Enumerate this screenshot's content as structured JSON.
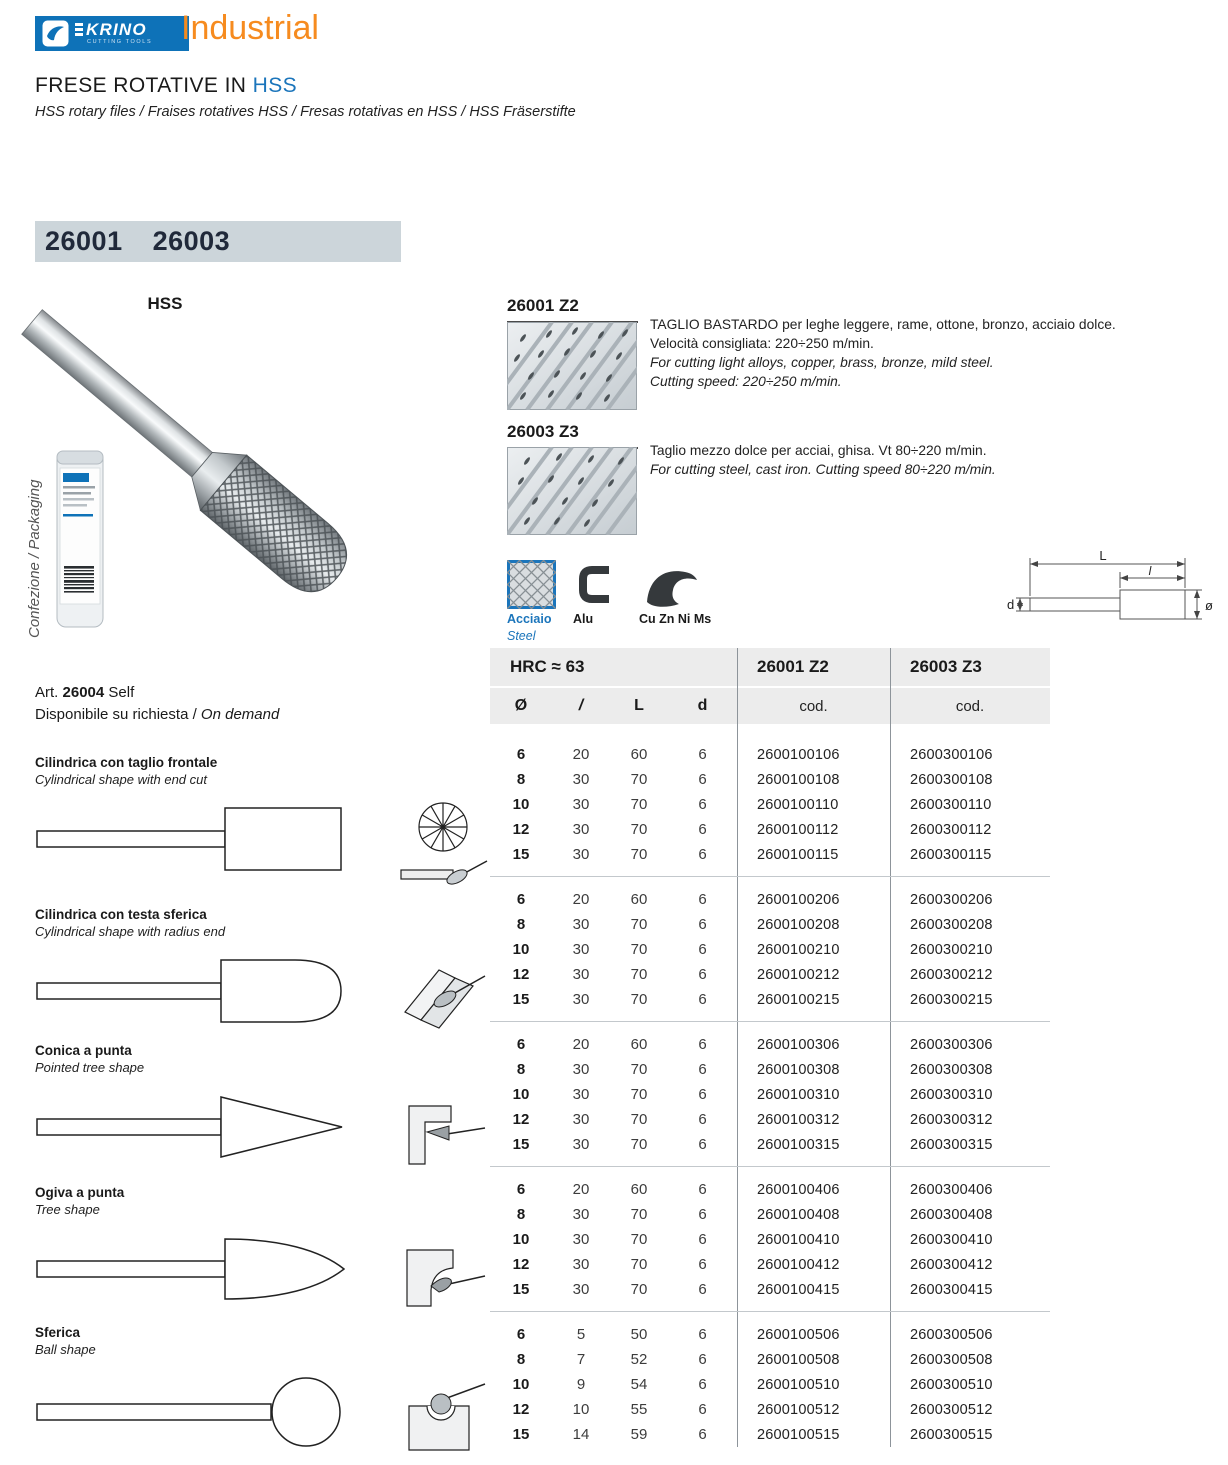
{
  "header": {
    "brand": "KRINO",
    "brand_sub": "CUTTING TOOLS",
    "edition": "Industrial",
    "title_main": "FRESE ROTATIVE IN ",
    "title_accent": "HSS",
    "subtitle": "HSS rotary files / Fraises rotatives HSS / Fresas rotativas en HSS / HSS Fräserstifte"
  },
  "banner": {
    "code1": "26001",
    "code2": "26003"
  },
  "left_column": {
    "material_label": "HSS",
    "packaging_label": "Confezione / Packaging",
    "art_prefix": "Art. ",
    "art_code": "26004",
    "art_suffix": " Self",
    "on_demand_it": "Disponibile su richiesta / ",
    "on_demand_en": "On demand"
  },
  "variants": [
    {
      "code": "26001 Z2",
      "desc_it_1": "TAGLIO BASTARDO per leghe leggere, rame, ottone, bronzo, acciaio dolce.",
      "desc_it_2": "Velocità consigliata: 220÷250 m/min.",
      "desc_en_1": "For cutting light alloys, copper, brass, bronze, mild steel.",
      "desc_en_2": "Cutting speed: 220÷250 m/min."
    },
    {
      "code": "26003 Z3",
      "desc_it_1": "Taglio mezzo dolce per acciai, ghisa. Vt 80÷220 m/min.",
      "desc_en_1": "For cutting steel, cast iron. Cutting speed 80÷220 m/min."
    }
  ],
  "materials": [
    {
      "label": "Acciaio",
      "label2": "Steel",
      "active": true
    },
    {
      "label": "Alu",
      "active": false
    },
    {
      "label": "Cu Zn Ni Ms",
      "active": false
    }
  ],
  "dimension_diagram": {
    "L": "L",
    "l": "l",
    "d": "d",
    "dia": "ø"
  },
  "shapes": [
    {
      "title": "Cilindrica con taglio frontale",
      "subtitle": "Cylindrical shape with end cut"
    },
    {
      "title": "Cilindrica con testa sferica",
      "subtitle": "Cylindrical shape with radius end"
    },
    {
      "title": "Conica a punta",
      "subtitle": "Pointed tree shape"
    },
    {
      "title": "Ogiva a punta",
      "subtitle": "Tree shape"
    },
    {
      "title": "Sferica",
      "subtitle": "Ball shape"
    }
  ],
  "table": {
    "hrc_header": "HRC ≈ 63",
    "col1_header": "26001 Z2",
    "col2_header": "26003 Z3",
    "h_dia": "Ø",
    "h_l": "/",
    "h_L": "L",
    "h_d": "d",
    "cod_header": "cod.",
    "groups": [
      {
        "rows": [
          [
            "6",
            "20",
            "60",
            "6",
            "2600100106",
            "2600300106"
          ],
          [
            "8",
            "30",
            "70",
            "6",
            "2600100108",
            "2600300108"
          ],
          [
            "10",
            "30",
            "70",
            "6",
            "2600100110",
            "2600300110"
          ],
          [
            "12",
            "30",
            "70",
            "6",
            "2600100112",
            "2600300112"
          ],
          [
            "15",
            "30",
            "70",
            "6",
            "2600100115",
            "2600300115"
          ]
        ]
      },
      {
        "rows": [
          [
            "6",
            "20",
            "60",
            "6",
            "2600100206",
            "2600300206"
          ],
          [
            "8",
            "30",
            "70",
            "6",
            "2600100208",
            "2600300208"
          ],
          [
            "10",
            "30",
            "70",
            "6",
            "2600100210",
            "2600300210"
          ],
          [
            "12",
            "30",
            "70",
            "6",
            "2600100212",
            "2600300212"
          ],
          [
            "15",
            "30",
            "70",
            "6",
            "2600100215",
            "2600300215"
          ]
        ]
      },
      {
        "rows": [
          [
            "6",
            "20",
            "60",
            "6",
            "2600100306",
            "2600300306"
          ],
          [
            "8",
            "30",
            "70",
            "6",
            "2600100308",
            "2600300308"
          ],
          [
            "10",
            "30",
            "70",
            "6",
            "2600100310",
            "2600300310"
          ],
          [
            "12",
            "30",
            "70",
            "6",
            "2600100312",
            "2600300312"
          ],
          [
            "15",
            "30",
            "70",
            "6",
            "2600100315",
            "2600300315"
          ]
        ]
      },
      {
        "rows": [
          [
            "6",
            "20",
            "60",
            "6",
            "2600100406",
            "2600300406"
          ],
          [
            "8",
            "30",
            "70",
            "6",
            "2600100408",
            "2600300408"
          ],
          [
            "10",
            "30",
            "70",
            "6",
            "2600100410",
            "2600300410"
          ],
          [
            "12",
            "30",
            "70",
            "6",
            "2600100412",
            "2600300412"
          ],
          [
            "15",
            "30",
            "70",
            "6",
            "2600100415",
            "2600300415"
          ]
        ]
      },
      {
        "rows": [
          [
            "6",
            "5",
            "50",
            "6",
            "2600100506",
            "2600300506"
          ],
          [
            "8",
            "7",
            "52",
            "6",
            "2600100508",
            "2600300508"
          ],
          [
            "10",
            "9",
            "54",
            "6",
            "2600100510",
            "2600300510"
          ],
          [
            "12",
            "10",
            "55",
            "6",
            "2600100512",
            "2600300512"
          ],
          [
            "15",
            "14",
            "59",
            "6",
            "2600100515",
            "2600300515"
          ]
        ]
      }
    ]
  },
  "colors": {
    "brand_blue": "#0e72b8",
    "accent_orange": "#f68b1f",
    "banner_bg": "#ccd5da"
  }
}
